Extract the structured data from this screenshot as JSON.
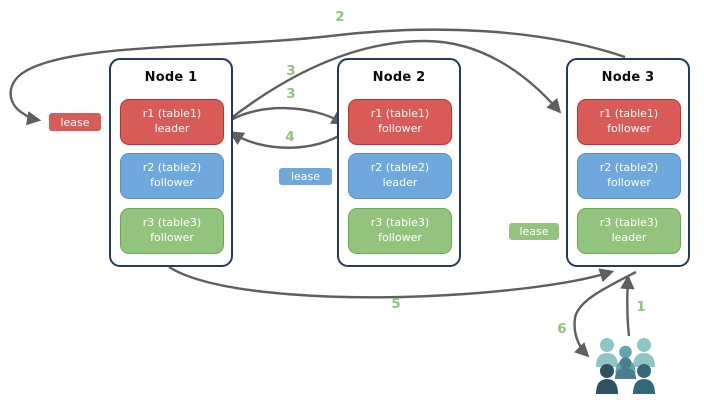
{
  "diagram": {
    "nodes": [
      {
        "title": "Node 1",
        "replicas": [
          {
            "name": "r1 (table1)",
            "role": "leader",
            "color": "red"
          },
          {
            "name": "r2 (table2)",
            "role": "follower",
            "color": "blue"
          },
          {
            "name": "r3 (table3)",
            "role": "follower",
            "color": "green"
          }
        ]
      },
      {
        "title": "Node 2",
        "replicas": [
          {
            "name": "r1 (table1)",
            "role": "follower",
            "color": "red"
          },
          {
            "name": "r2 (table2)",
            "role": "leader",
            "color": "blue"
          },
          {
            "name": "r3 (table3)",
            "role": "follower",
            "color": "green"
          }
        ]
      },
      {
        "title": "Node 3",
        "replicas": [
          {
            "name": "r1 (table1)",
            "role": "follower",
            "color": "red"
          },
          {
            "name": "r2 (table2)",
            "role": "follower",
            "color": "blue"
          },
          {
            "name": "r3 (table3)",
            "role": "leader",
            "color": "green"
          }
        ]
      }
    ],
    "leases": {
      "red": "lease",
      "blue": "lease",
      "green": "lease"
    },
    "steps": {
      "s1": "1",
      "s2": "2",
      "s3a": "3",
      "s3b": "3",
      "s4": "4",
      "s5": "5",
      "s6": "6"
    },
    "icons": {
      "users": "users-group-icon"
    },
    "colors": {
      "replica_red": "#d95b57",
      "replica_red_border": "#bf332e",
      "replica_blue": "#6fa8dc",
      "replica_blue_border": "#5a91c8",
      "replica_green": "#93c47d",
      "replica_green_border": "#6ca94f",
      "node_border": "#253a5e",
      "arrow": "#5f5f5f",
      "step_label": "#93c47d",
      "users_light_teal": "#8ec6c6",
      "users_medium_teal": "#5fa6ae",
      "users_slate": "#4b7d8d",
      "users_dark_navy": "#2d5363",
      "users_dark_teal": "#33687b"
    }
  }
}
